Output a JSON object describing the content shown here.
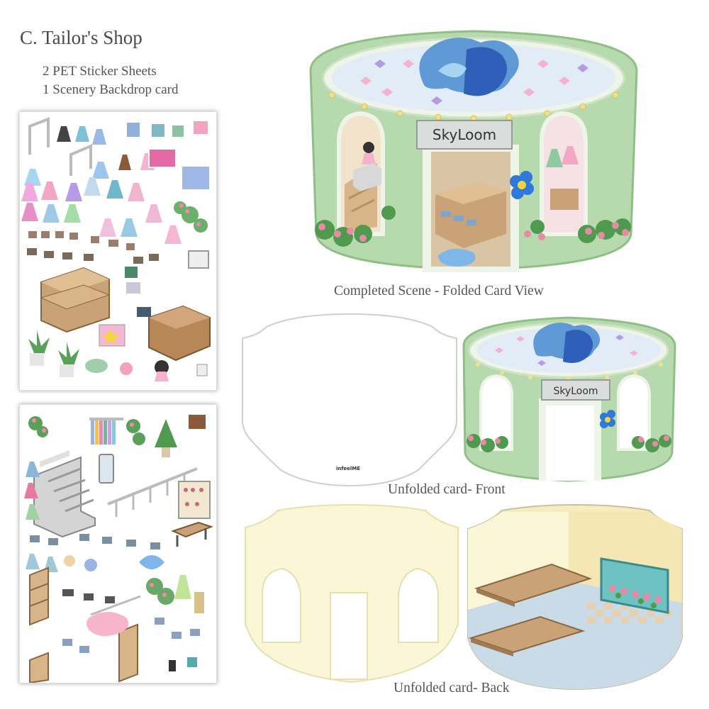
{
  "header": {
    "title": "C. Tailor's Shop",
    "line1": "2 PET Sticker Sheets",
    "line2": "1 Scenery Backdrop card"
  },
  "captions": {
    "completed": "Completed Scene - Folded Card View",
    "front": "Unfolded card- Front",
    "back": "Unfolded card- Back"
  },
  "shop_sign": "SkyLoom",
  "card_brand": "infeelME",
  "colors": {
    "shop_green": "#b7d9ae",
    "shop_green_dark": "#8fbf86",
    "shop_rim": "#eef5e8",
    "butterfly_blue": "#2f5fb8",
    "card_back_cream": "#fbf6d6",
    "floor_blue": "#c9dbe7",
    "wall_cream": "#f7ecc0",
    "shelf_wood": "#c9a277",
    "flower_pink": "#e98aa5"
  }
}
